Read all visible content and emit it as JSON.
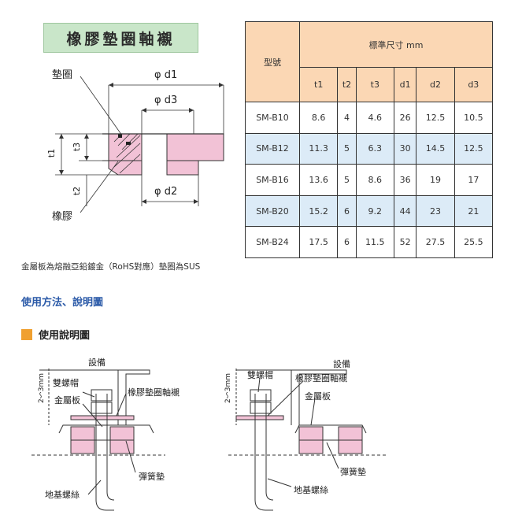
{
  "product_title": "橡膠墊圈軸襯",
  "diagram_labels": {
    "washer": "墊圈",
    "rubber": "橡膠",
    "d1": "φ d1",
    "d2": "φ d2",
    "d3": "φ d3",
    "t1": "t1",
    "t2": "t2",
    "t3": "t3"
  },
  "table": {
    "model_header": "型號",
    "group_header": "標準尺寸 mm",
    "columns": [
      "t1",
      "t2",
      "t3",
      "d1",
      "d2",
      "d3"
    ],
    "rows": [
      {
        "model": "SM-B10",
        "values": [
          "8.6",
          "4",
          "4.6",
          "26",
          "12.5",
          "10.5"
        ]
      },
      {
        "model": "SM-B12",
        "values": [
          "11.3",
          "5",
          "6.3",
          "30",
          "14.5",
          "12.5"
        ]
      },
      {
        "model": "SM-B16",
        "values": [
          "13.6",
          "5",
          "8.6",
          "36",
          "19",
          "17"
        ]
      },
      {
        "model": "SM-B20",
        "values": [
          "15.2",
          "6",
          "9.2",
          "44",
          "23",
          "21"
        ]
      },
      {
        "model": "SM-B24",
        "values": [
          "17.5",
          "6",
          "11.5",
          "52",
          "27.5",
          "25.5"
        ]
      }
    ]
  },
  "note": "金屬板為熔融亞鉛鍍金（RoHS對應）墊圈為SUS",
  "section_title": "使用方法、說明圖",
  "sub_title": "使用說明圖",
  "usage_left": {
    "equipment": "設備",
    "double_nut": "雙螺帽",
    "metal_plate": "金屬板",
    "product": "橡膠墊圈軸襯",
    "spring_washer": "彈簧墊",
    "anchor_bolt": "地基螺絲",
    "gap": "2～3mm"
  },
  "usage_right": {
    "equipment": "設備",
    "double_nut": "雙螺帽",
    "product": "橡膠墊圈軸襯",
    "metal_plate": "金屬板",
    "spring_washer": "彈簧墊",
    "anchor_bolt": "地基螺絲",
    "gap": "2～3mm"
  },
  "colors": {
    "rubber_pink": "#f2c2d6",
    "title_green": "#c9e6c9",
    "table_header": "#fbd7b4",
    "table_alt_row": "#dcebf7",
    "section_blue": "#2b5aa8",
    "bullet_orange": "#f0a030"
  }
}
